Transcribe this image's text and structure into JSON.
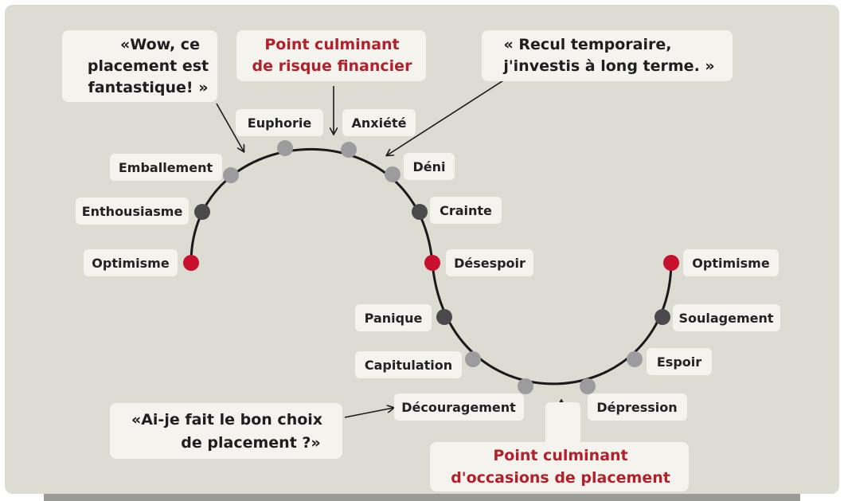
{
  "stages": [
    {
      "id": "optimisme-1",
      "label": "Optimisme",
      "tone": "red"
    },
    {
      "id": "enthousiasme",
      "label": "Enthousiasme",
      "tone": "dark"
    },
    {
      "id": "emballement",
      "label": "Emballement",
      "tone": "light"
    },
    {
      "id": "euphorie",
      "label": "Euphorie",
      "tone": "light"
    },
    {
      "id": "anxiete",
      "label": "Anxiété",
      "tone": "light"
    },
    {
      "id": "deni",
      "label": "Déni",
      "tone": "light"
    },
    {
      "id": "crainte",
      "label": "Crainte",
      "tone": "dark"
    },
    {
      "id": "desespoir",
      "label": "Désespoir",
      "tone": "red"
    },
    {
      "id": "panique",
      "label": "Panique",
      "tone": "dark"
    },
    {
      "id": "capitulation",
      "label": "Capitulation",
      "tone": "light"
    },
    {
      "id": "decouragement",
      "label": "Découragement",
      "tone": "light"
    },
    {
      "id": "depression",
      "label": "Dépression",
      "tone": "light"
    },
    {
      "id": "espoir",
      "label": "Espoir",
      "tone": "light"
    },
    {
      "id": "soulagement",
      "label": "Soulagement",
      "tone": "dark"
    },
    {
      "id": "optimisme-2",
      "label": "Optimisme",
      "tone": "red"
    }
  ],
  "quotes": {
    "wow": [
      "«Wow, ce",
      "placement est",
      "fantastique! »"
    ],
    "recul": [
      "« Recul temporaire,",
      "j'investis à long terme. »"
    ],
    "choix": [
      "«Ai-je fait le bon choix",
      "de placement ?»"
    ]
  },
  "peaks": {
    "risque": [
      "Point culminant",
      "de risque financier"
    ],
    "occasions": [
      "Point culminant",
      "d'occasions de placement"
    ]
  },
  "colors": {
    "red": "#c8102e",
    "dark": "#4a4a4c",
    "light": "#9c9c9e",
    "curve": "#1a1a1a",
    "peak_text": "#b3202a",
    "background": "#dcdcd3",
    "label_box": "#f4f3ee"
  }
}
